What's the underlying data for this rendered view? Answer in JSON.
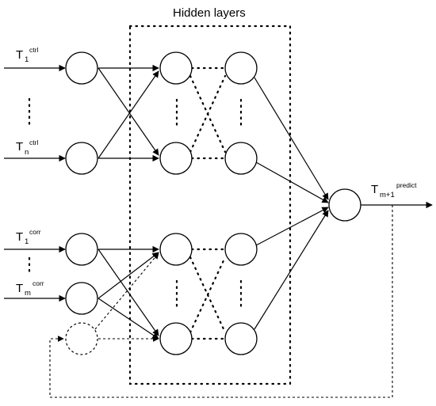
{
  "title": "Hidden layers",
  "inputs": {
    "t1_ctrl": {
      "main": "T",
      "sub": "1",
      "sup": "ctrl"
    },
    "tn_ctrl": {
      "main": "T",
      "sub": "n",
      "sup": "ctrl"
    },
    "t1_corr": {
      "main": "T",
      "sub": "1",
      "sup": "corr"
    },
    "tm_corr": {
      "main": "T",
      "sub": "m",
      "sup": "corr"
    }
  },
  "output": {
    "main": "T",
    "sub": "m+1",
    "sup": "predict"
  }
}
